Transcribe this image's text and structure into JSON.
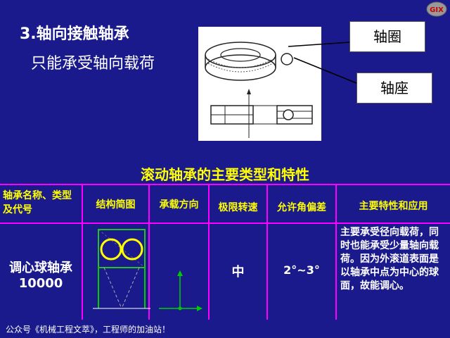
{
  "slide": {
    "heading": "3.轴向接触轴承",
    "subheading": "只能承受轴向载荷",
    "callout_ring": "轴圈",
    "callout_seat": "轴座",
    "section_title": "滚动轴承的主要类型和特性",
    "footer": "公众号《机械工程文萃》，工程师的加油站！",
    "logo_text": "GIX"
  },
  "table": {
    "headers": {
      "name": "轴承名称、类型及代号",
      "sketch": "结构简图",
      "load_dir": "承载方向",
      "speed": "极限转速",
      "angle": "允许角偏差",
      "features": "主要特性和应用"
    },
    "row": {
      "name_line1": "调心球轴承",
      "name_line2": "10000",
      "speed": "中",
      "angle": "2°~3°",
      "features": "主要承受径向载荷，同时也能承受少量轴向载荷。因为外滚道表面是以轴承中点为中心的球面，故能调心。"
    }
  },
  "colors": {
    "background": "#1a1a8c",
    "header_text": "#ffff00",
    "grid": "#ff00ff",
    "sketch_line": "#00cc00",
    "ball": "#ffff00"
  }
}
